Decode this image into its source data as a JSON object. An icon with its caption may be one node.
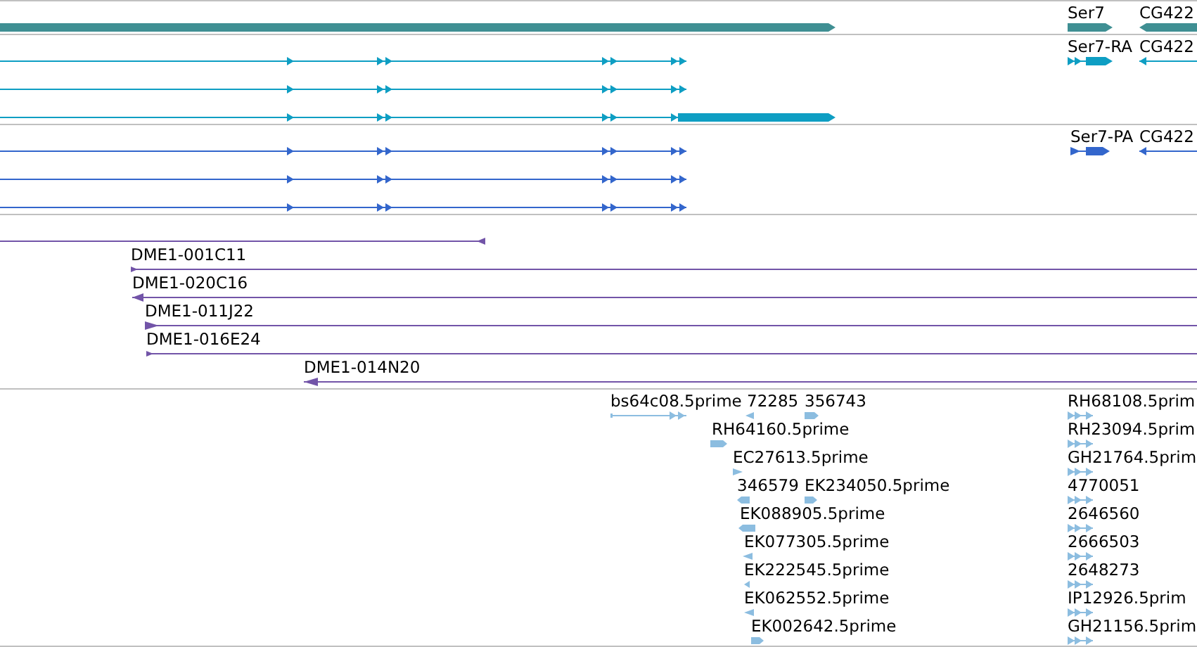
{
  "diagram": {
    "nodes": [
      {
        "text": [],
        "shape": "bar"
      },
      {
        "text": [
          "Ser7"
        ]
      },
      {
        "text": [
          "CG422"
        ]
      },
      {
        "text": [],
        "shape": "line"
      },
      {
        "text": [],
        "shape": "line"
      },
      {
        "text": [],
        "shape": "line"
      },
      {
        "text": [
          "Ser7-RA"
        ]
      },
      {
        "text": [
          "CG422"
        ]
      },
      {
        "text": [],
        "shape": "line"
      },
      {
        "text": [],
        "shape": "line"
      },
      {
        "text": [],
        "shape": "line"
      },
      {
        "text": [
          "Ser7-PA"
        ]
      },
      {
        "text": [
          "CG422"
        ]
      },
      {
        "text": [],
        "shape": "line"
      },
      {
        "text": [
          "DME1-001C11"
        ]
      },
      {
        "text": [
          "DME1-020C16"
        ]
      },
      {
        "text": [
          "DME1-011J22"
        ]
      },
      {
        "text": [
          "DME1-016E24"
        ]
      },
      {
        "text": [
          "DME1-014N20"
        ]
      },
      {
        "text": [
          "bs64c08.5prime"
        ]
      },
      {
        "text": [
          "72285"
        ]
      },
      {
        "text": [
          "356743"
        ]
      },
      {
        "text": [
          "RH68108.5prim"
        ]
      },
      {
        "text": [
          "RH64160.5prime"
        ]
      },
      {
        "text": [
          "RH23094.5prim"
        ]
      },
      {
        "text": [
          "EC27613.5prime"
        ]
      },
      {
        "text": [
          "GH21764.5prim"
        ]
      },
      {
        "text": [
          "346579"
        ]
      },
      {
        "text": [
          "EK234050.5prime"
        ]
      },
      {
        "text": [
          "4770051"
        ]
      },
      {
        "text": [
          "EK088905.5prime"
        ]
      },
      {
        "text": [
          "2646560"
        ]
      },
      {
        "text": [
          "EK077305.5prime"
        ]
      },
      {
        "text": [
          "2666503"
        ]
      },
      {
        "text": [
          "EK222545.5prime"
        ]
      },
      {
        "text": [
          "2648273"
        ]
      },
      {
        "text": [
          "EK062552.5prime"
        ]
      },
      {
        "text": [
          "IP12926.5prim"
        ]
      },
      {
        "text": [
          "EK002642.5prime"
        ]
      },
      {
        "text": [
          "GH21156.5prim"
        ]
      }
    ]
  }
}
